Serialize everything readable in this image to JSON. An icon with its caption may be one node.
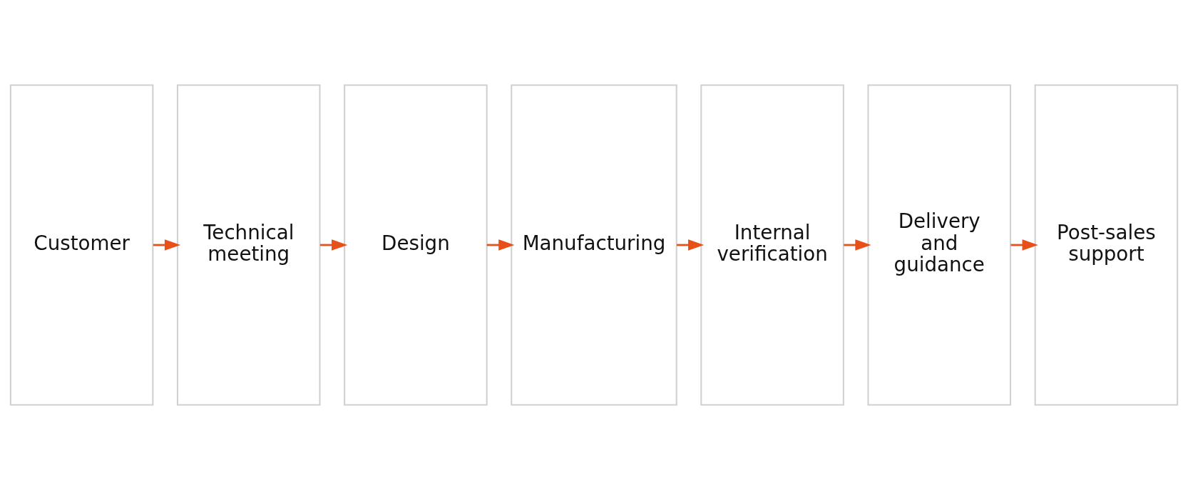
{
  "diagram": {
    "nodes": [
      {
        "text": [
          "Customer"
        ]
      },
      {
        "text": [
          "Technical meeting"
        ]
      },
      {
        "text": [
          "Design"
        ]
      },
      {
        "text": [
          "Manufacturing"
        ]
      },
      {
        "text": [
          "Internal verification"
        ]
      },
      {
        "text": [
          "Delivery and guidance"
        ]
      },
      {
        "text": [
          "Post-sales support"
        ]
      }
    ],
    "edges": [
      {
        "from": 0,
        "to": 1,
        "arrow": "to"
      },
      {
        "from": 1,
        "to": 2,
        "arrow": "to"
      },
      {
        "from": 2,
        "to": 3,
        "arrow": "to"
      },
      {
        "from": 3,
        "to": 4,
        "arrow": "to"
      },
      {
        "from": 4,
        "to": 5,
        "arrow": "to"
      },
      {
        "from": 5,
        "to": 6,
        "arrow": "to"
      }
    ]
  }
}
